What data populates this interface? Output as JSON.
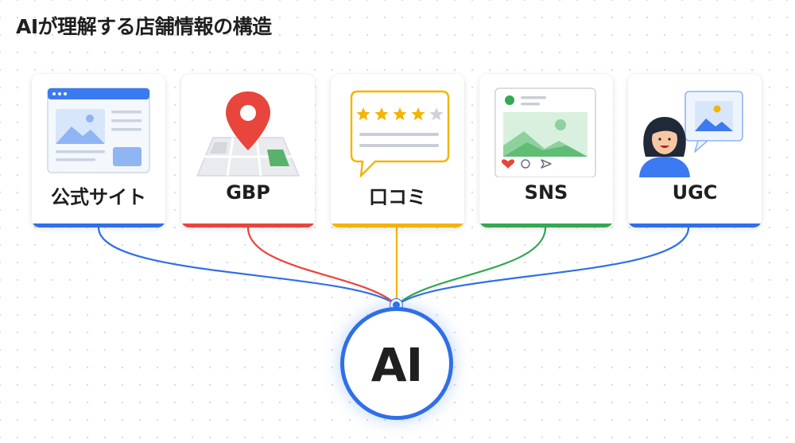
{
  "title": "AIが理解する店舗情報の構造",
  "center": {
    "label": "AI"
  },
  "sources": [
    {
      "label": "公式サイト",
      "icon": "website-icon",
      "color": "#2f6fe8"
    },
    {
      "label": "GBP",
      "icon": "map-pin-icon",
      "color": "#e8453c"
    },
    {
      "label": "口コミ",
      "icon": "review-bubble-icon",
      "color": "#f4b400"
    },
    {
      "label": "SNS",
      "icon": "social-post-icon",
      "color": "#34a853"
    },
    {
      "label": "UGC",
      "icon": "user-content-icon",
      "color": "#2f6fe8"
    }
  ],
  "review": {
    "rating": 4,
    "max": 5
  }
}
